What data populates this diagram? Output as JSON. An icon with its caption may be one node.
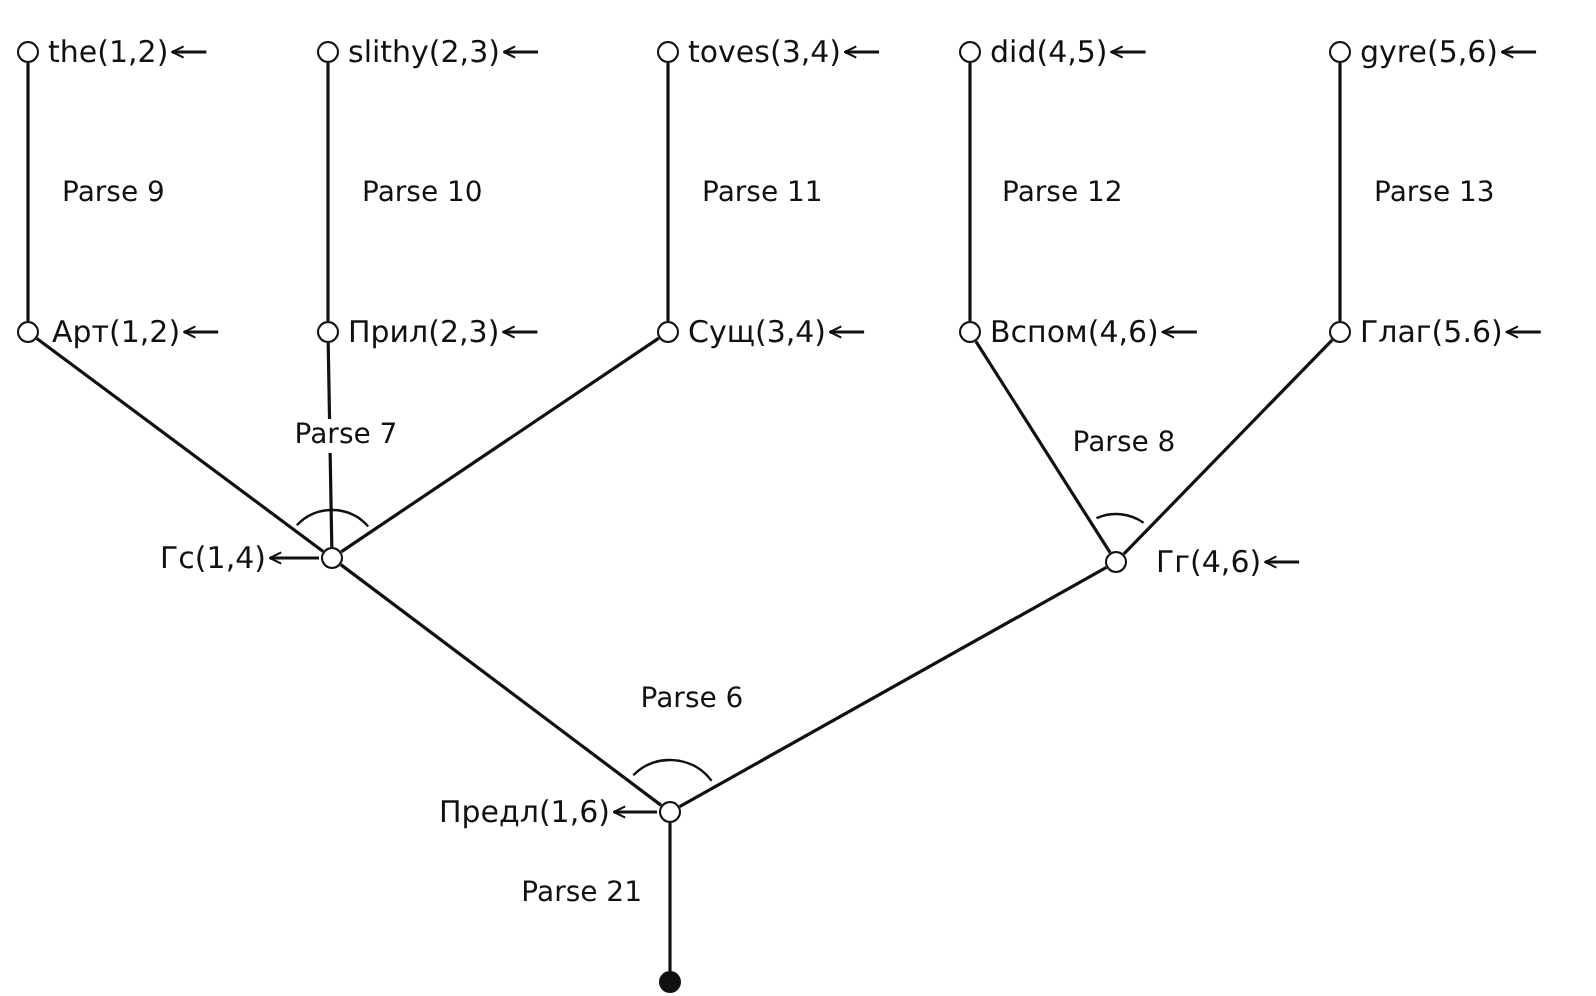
{
  "diagram": {
    "nodes": [
      {
        "text": [],
        "shape": "circle"
      },
      {
        "text": [
          "the(1,2)"
        ]
      },
      {
        "text": [],
        "shape": "circle"
      },
      {
        "text": [
          "slithy(2,3)"
        ]
      },
      {
        "text": [],
        "shape": "circle"
      },
      {
        "text": [
          "toves(3,4)"
        ]
      },
      {
        "text": [],
        "shape": "circle"
      },
      {
        "text": [
          "did(4,5)"
        ]
      },
      {
        "text": [],
        "shape": "circle"
      },
      {
        "text": [
          "gyre(5,6)"
        ]
      },
      {
        "text": [],
        "shape": "circle"
      },
      {
        "text": [
          "Арт(1,2)"
        ]
      },
      {
        "text": [],
        "shape": "circle"
      },
      {
        "text": [
          "Прил(2,3)"
        ]
      },
      {
        "text": [],
        "shape": "circle"
      },
      {
        "text": [
          "Сущ(3,4)"
        ]
      },
      {
        "text": [],
        "shape": "circle"
      },
      {
        "text": [
          "Вспом(4,6)"
        ]
      },
      {
        "text": [],
        "shape": "circle"
      },
      {
        "text": [
          "Глаг(5.6)"
        ]
      },
      {
        "text": [
          "Гс(1,4)"
        ]
      },
      {
        "text": [],
        "shape": "circle"
      },
      {
        "text": [],
        "shape": "circle"
      },
      {
        "text": [
          "Гг(4,6)"
        ]
      },
      {
        "text": [
          "Предл(1,6)"
        ]
      },
      {
        "text": [],
        "shape": "circle"
      },
      {
        "text": [],
        "shape": "dot"
      }
    ],
    "edges": [
      {
        "from": 0,
        "to": 10,
        "arrow": "none",
        "label": "Parse 9"
      },
      {
        "from": 2,
        "to": 12,
        "arrow": "none",
        "label": "Parse 10"
      },
      {
        "from": 4,
        "to": 14,
        "arrow": "none",
        "label": "Parse 11"
      },
      {
        "from": 6,
        "to": 16,
        "arrow": "none",
        "label": "Parse 12"
      },
      {
        "from": 8,
        "to": 18,
        "arrow": "none",
        "label": "Parse 13"
      },
      {
        "from": 10,
        "to": 21,
        "arrow": "none"
      },
      {
        "from": 12,
        "to": 21,
        "arrow": "none"
      },
      {
        "from": 14,
        "to": 21,
        "arrow": "none"
      },
      {
        "from": 16,
        "to": 22,
        "arrow": "none"
      },
      {
        "from": 18,
        "to": 22,
        "arrow": "none"
      },
      {
        "from": 21,
        "to": 25,
        "arrow": "none"
      },
      {
        "from": 22,
        "to": 25,
        "arrow": "none"
      },
      {
        "from": 25,
        "to": 26,
        "arrow": "none",
        "label": "Parse 21"
      },
      {
        "from": null,
        "to": 1,
        "arrow": "to"
      },
      {
        "from": null,
        "to": 3,
        "arrow": "to"
      },
      {
        "from": null,
        "to": 5,
        "arrow": "to"
      },
      {
        "from": null,
        "to": 7,
        "arrow": "to"
      },
      {
        "from": null,
        "to": 9,
        "arrow": "to"
      },
      {
        "from": null,
        "to": 11,
        "arrow": "to"
      },
      {
        "from": null,
        "to": 13,
        "arrow": "to"
      },
      {
        "from": null,
        "to": 15,
        "arrow": "to"
      },
      {
        "from": null,
        "to": 17,
        "arrow": "to"
      },
      {
        "from": null,
        "to": 19,
        "arrow": "to"
      },
      {
        "from": 21,
        "to": 20,
        "arrow": "to"
      },
      {
        "from": null,
        "to": 23,
        "arrow": "to"
      },
      {
        "from": 25,
        "to": 24,
        "arrow": "to"
      }
    ],
    "labels": [
      "Parse 7",
      "Parse 8",
      "Parse 6"
    ]
  }
}
